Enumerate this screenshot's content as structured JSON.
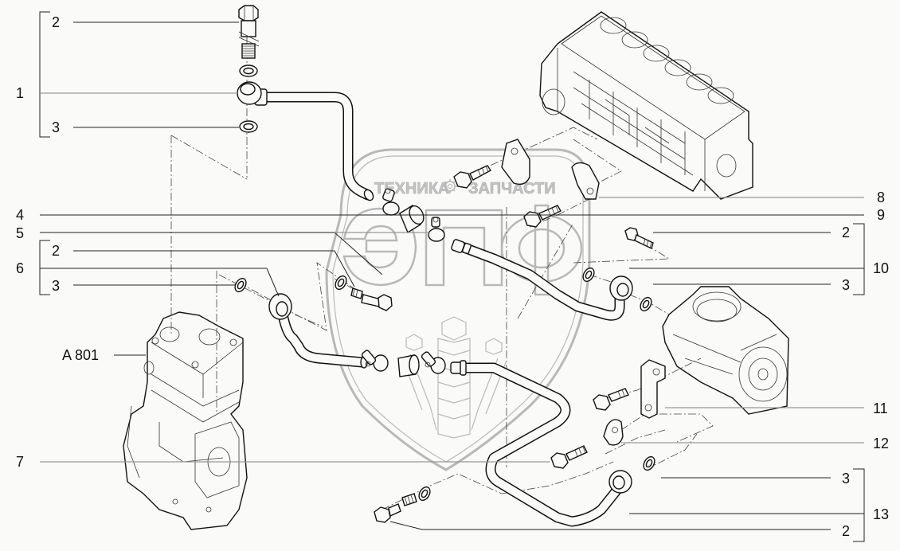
{
  "diagram": {
    "type": "exploded parts diagram",
    "subject": "Air compressor pipe connections to engine block and injection pump",
    "watermark": {
      "text_left": "ТЕХНИКА",
      "text_right": "ЗАПЧАСТИ",
      "logo": "ЭПФ",
      "icon": "gear-icon"
    },
    "callouts_left": [
      {
        "id": "c1",
        "label": "1",
        "group": [
          "2",
          "3"
        ]
      },
      {
        "id": "c1-2",
        "label": "2"
      },
      {
        "id": "c1-3",
        "label": "3"
      },
      {
        "id": "c4",
        "label": "4"
      },
      {
        "id": "c5",
        "label": "5"
      },
      {
        "id": "c6",
        "label": "6",
        "group": [
          "2",
          "3"
        ]
      },
      {
        "id": "c6-2",
        "label": "2"
      },
      {
        "id": "c6-3",
        "label": "3"
      },
      {
        "id": "ca801",
        "label": "A 801"
      },
      {
        "id": "c7",
        "label": "7"
      }
    ],
    "callouts_right": [
      {
        "id": "c8",
        "label": "8"
      },
      {
        "id": "c9",
        "label": "9"
      },
      {
        "id": "c10",
        "label": "10",
        "group": [
          "2",
          "3"
        ]
      },
      {
        "id": "c10-2",
        "label": "2"
      },
      {
        "id": "c10-3",
        "label": "3"
      },
      {
        "id": "c11",
        "label": "11"
      },
      {
        "id": "c12",
        "label": "12"
      },
      {
        "id": "c13",
        "label": "13",
        "group": [
          "3",
          "2"
        ]
      },
      {
        "id": "c13-3",
        "label": "3"
      },
      {
        "id": "c13-2",
        "label": "2"
      }
    ],
    "components": [
      {
        "name": "banjo-bolt",
        "ref": "2"
      },
      {
        "name": "sealing-washer",
        "ref": "3"
      },
      {
        "name": "pipe-assembly-upper",
        "ref": "1"
      },
      {
        "name": "hose-clamp",
        "ref": "4"
      },
      {
        "name": "rubber-hose",
        "ref": "5"
      },
      {
        "name": "pipe-assembly-middle",
        "ref": "6"
      },
      {
        "name": "flange-bolt",
        "ref": "7"
      },
      {
        "name": "p-clip-upper",
        "ref": "8"
      },
      {
        "name": "flange-bolt-upper",
        "ref": "9"
      },
      {
        "name": "pipe-assembly-right",
        "ref": "10"
      },
      {
        "name": "bracket",
        "ref": "11"
      },
      {
        "name": "p-clip-lower",
        "ref": "12"
      },
      {
        "name": "pipe-assembly-lower",
        "ref": "13"
      },
      {
        "name": "air-compressor",
        "ref": "A 801"
      },
      {
        "name": "engine-block",
        "ref": ""
      },
      {
        "name": "injection-pump-housing",
        "ref": ""
      }
    ]
  }
}
